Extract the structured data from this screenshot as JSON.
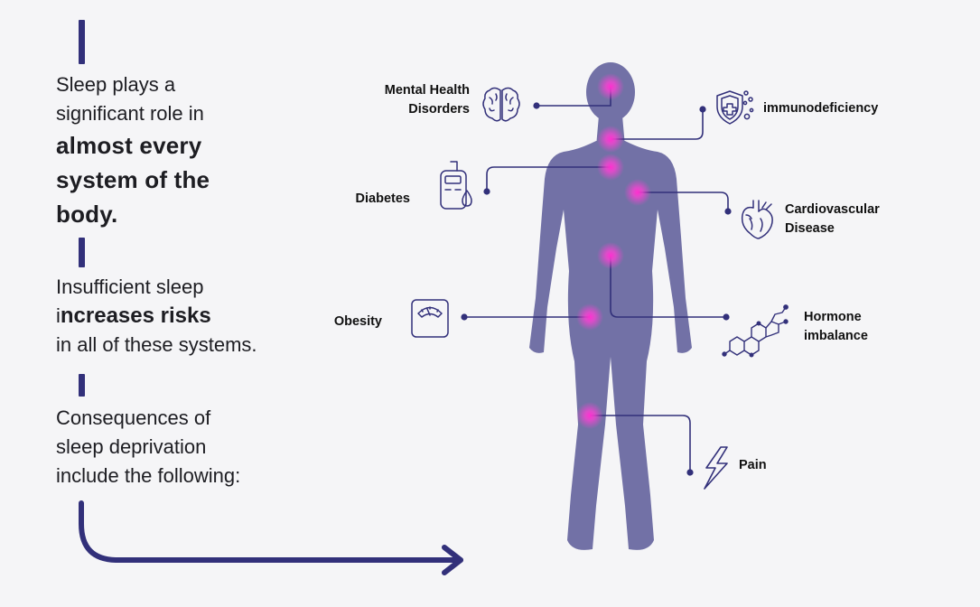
{
  "intro": {
    "line1": "Sleep plays a",
    "line2": "significant role in",
    "bold1": "almost every",
    "bold2": "system of the",
    "bold3": "body."
  },
  "risks": {
    "line1": "Insufficient sleep",
    "prefix": "i",
    "bold": "ncreases risks",
    "line3": "in all of these systems."
  },
  "consequences": {
    "line1": "Consequences of",
    "line2": "sleep deprivation",
    "line3": "include the following:"
  },
  "conditions": {
    "mental_line1": "Mental Health",
    "mental_line2": "Disorders",
    "immuno": "immunodeficiency",
    "diabetes": "Diabetes",
    "cardio_line1": "Cardiovascular",
    "cardio_line2": "Disease",
    "obesity": "Obesity",
    "hormone_line1": "Hormone",
    "hormone_line2": "imbalance",
    "pain": "Pain"
  },
  "icons": [
    "brain-icon",
    "immune-shield-icon",
    "glucometer-icon",
    "heart-icon",
    "scale-icon",
    "steroid-molecule-icon",
    "lightning-icon",
    "arrow-right-icon"
  ],
  "colors": {
    "accent": "#32307a",
    "body": "#7271a6",
    "hotspot": "#ff2fd0",
    "background": "#f5f5f7"
  }
}
